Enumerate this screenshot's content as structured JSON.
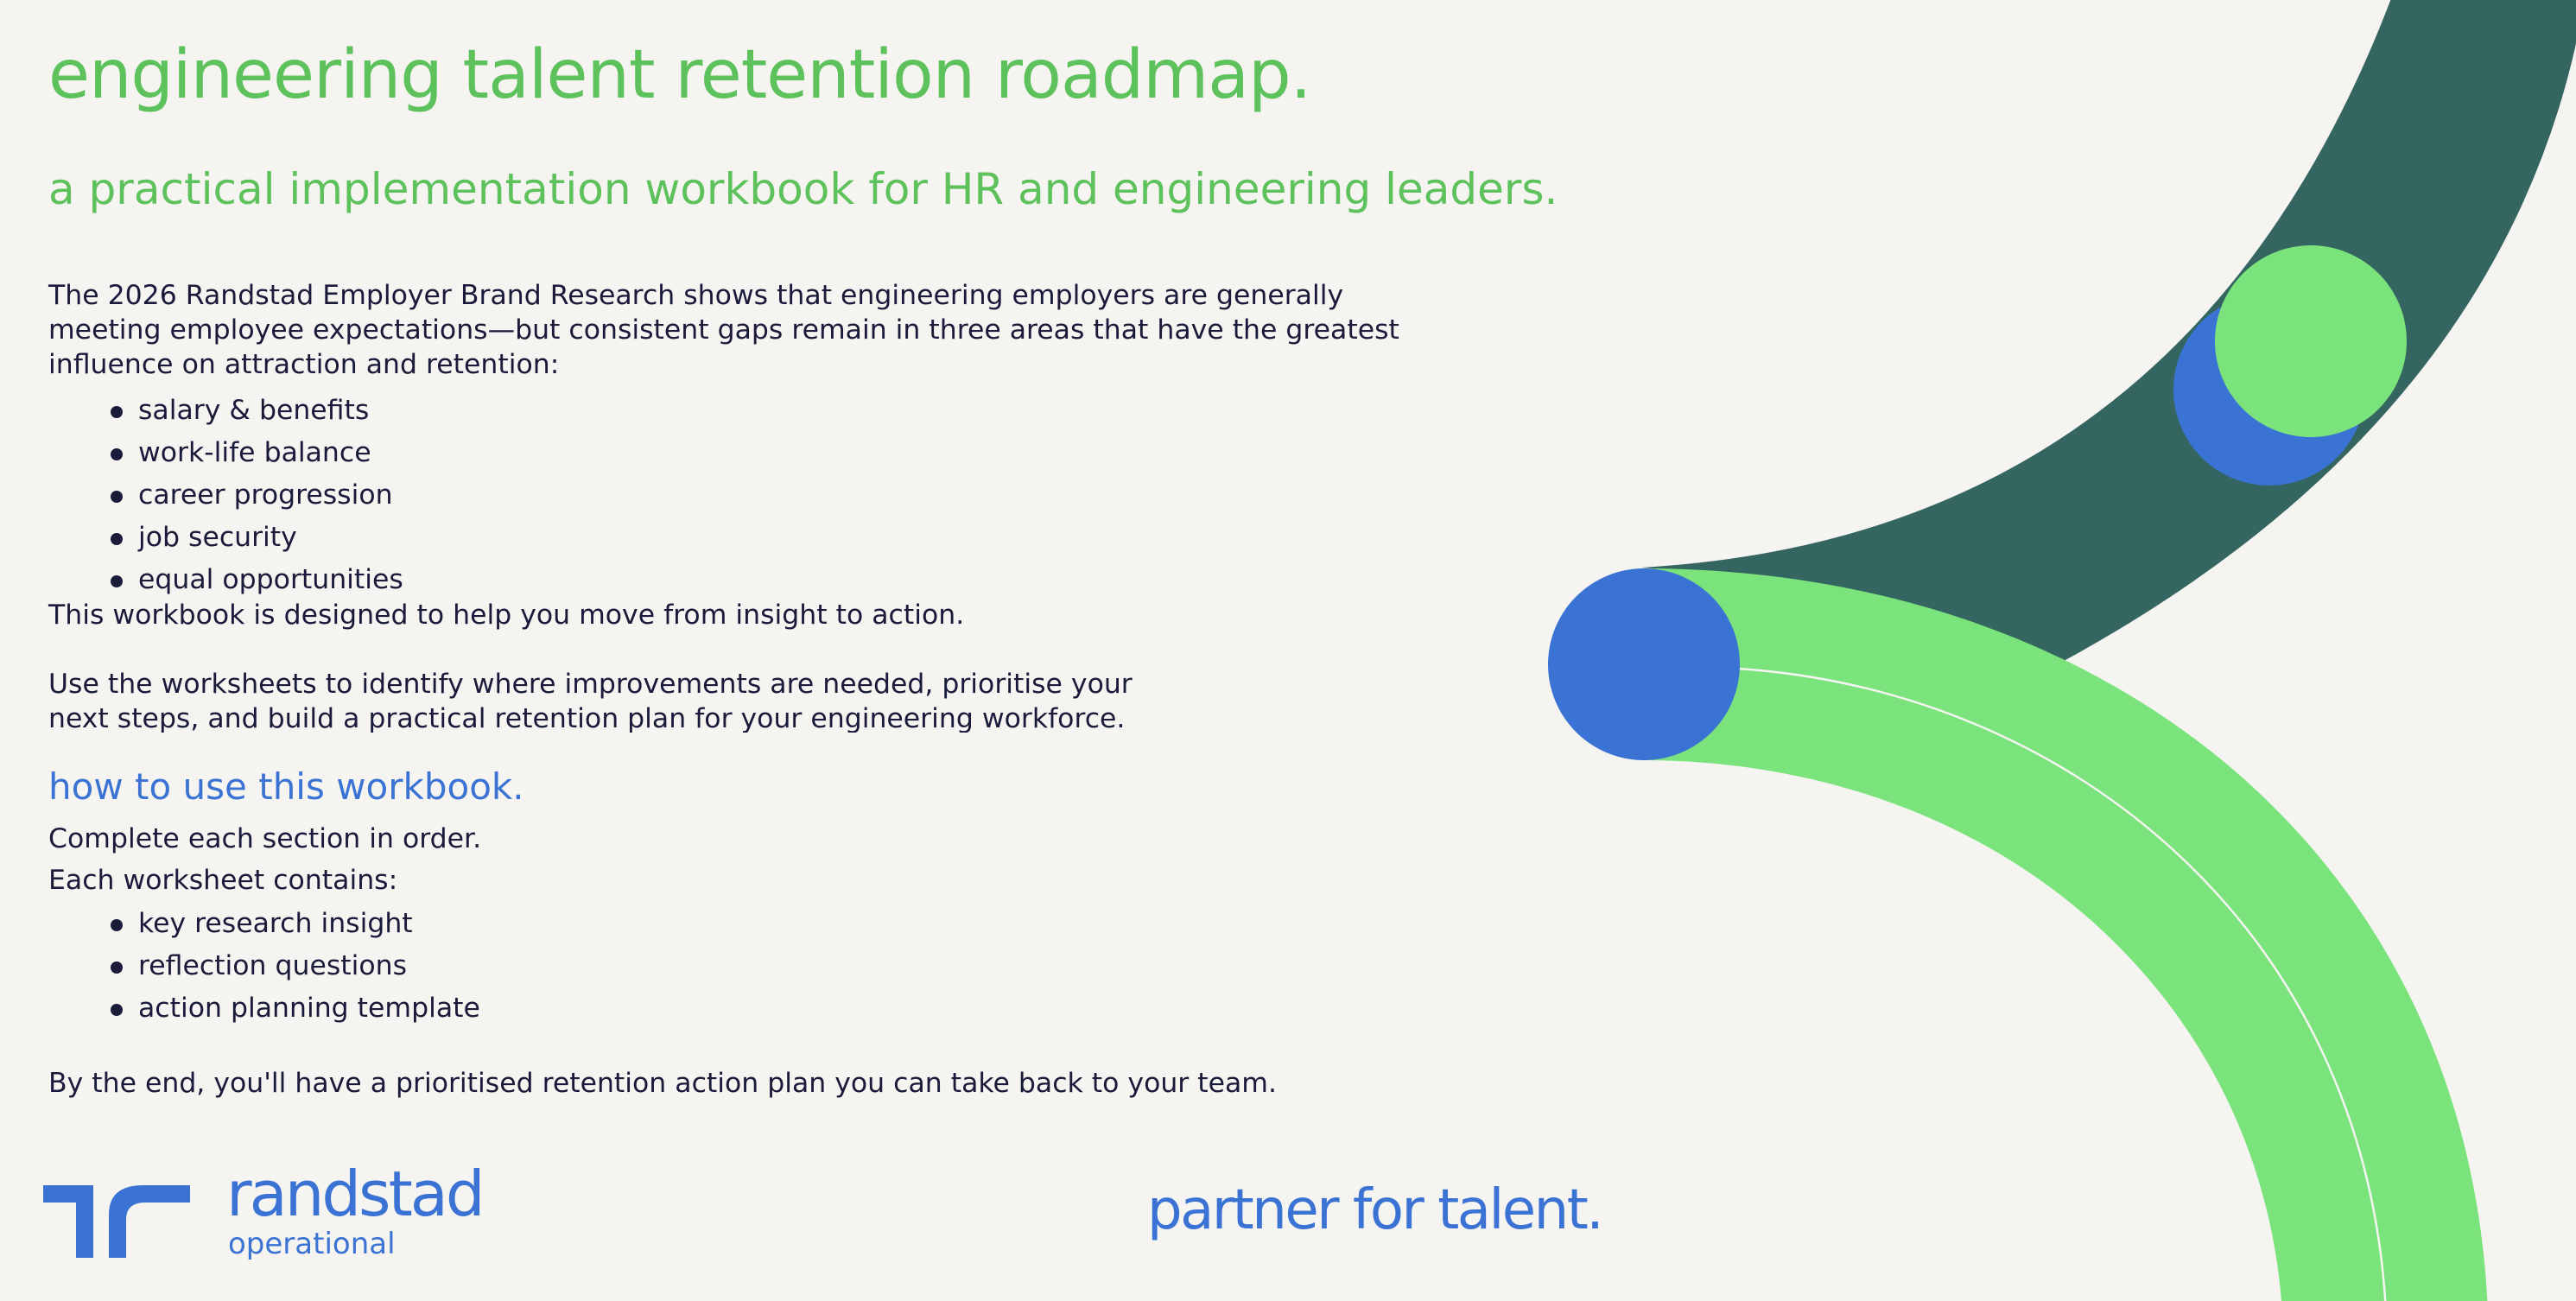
{
  "title": "engineering talent retention roadmap.",
  "subtitle": "a practical implementation workbook for HR and engineering leaders.",
  "intro": "The 2026 Randstad Employer Brand Research shows that engineering employers are generally meeting employee expectations—but consistent gaps remain in three areas that have the greatest influence on attraction and retention:",
  "focus_areas": [
    "salary & benefits",
    "work-life balance",
    "career progression",
    "job security",
    "equal opportunities"
  ],
  "workbook_purpose": "This workbook is designed to help you move from insight to action.",
  "worksheet_usage": "Use the worksheets to identify where improvements are needed, prioritise your next steps, and build a practical retention plan for your engineering workforce.",
  "how_to": {
    "heading": "how to use this workbook.",
    "step_order": "Complete each section in order.",
    "contains_label": "Each worksheet contains:",
    "items": [
      "key research insight",
      "reflection questions",
      "action planning template"
    ],
    "closing": "By the end, you'll have a prioritised retention action plan you can take back to your team."
  },
  "brand": {
    "name": "randstad",
    "division": "operational",
    "tagline": "partner for talent.",
    "logo_icon": "randstad-logo-icon"
  },
  "colors": {
    "background": "#f5f4f1",
    "green": "#5ec25c",
    "light_green": "#7ae37c",
    "blue": "#3b73d4",
    "dark_teal": "#356560",
    "text": "#1a1a3a"
  }
}
